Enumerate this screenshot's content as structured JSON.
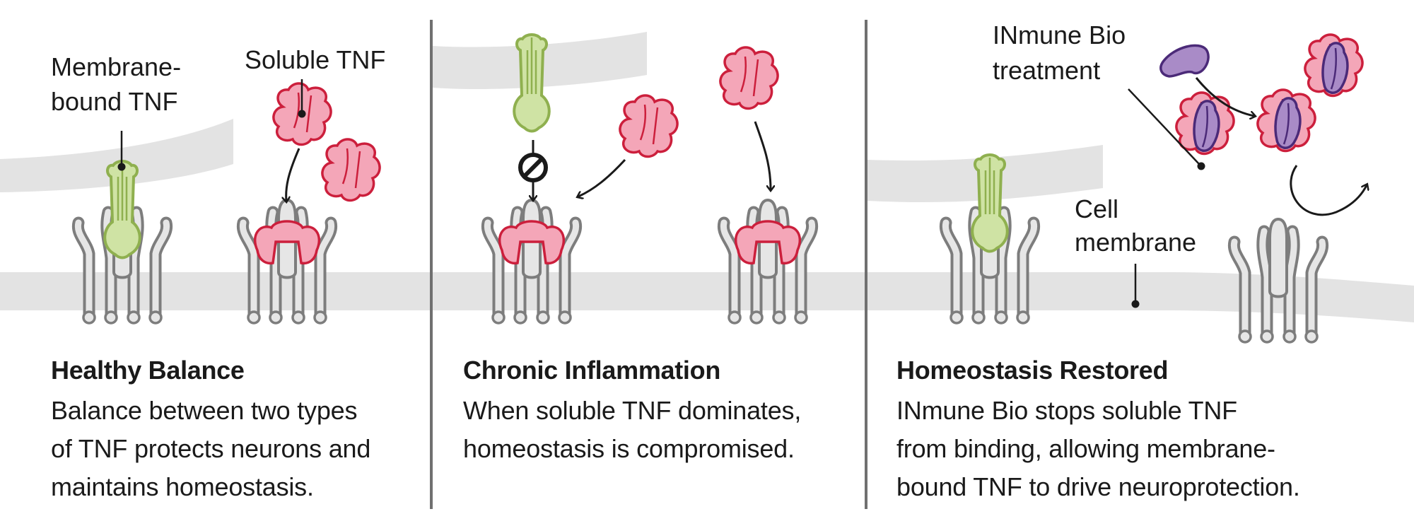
{
  "panels": [
    {
      "title": "Healthy Balance",
      "lines": [
        "Balance between two types",
        "of TNF protects neurons and",
        "maintains homeostasis."
      ],
      "labels": {
        "membrane_bound_1": "Membrane-",
        "membrane_bound_2": "bound TNF",
        "soluble": "Soluble TNF"
      }
    },
    {
      "title": "Chronic Inflammation",
      "lines": [
        "When soluble TNF dominates,",
        "homeostasis is compromised."
      ]
    },
    {
      "title": "Homeostasis Restored",
      "lines": [
        "INmune Bio stops soluble TNF",
        "from binding, allowing membrane-",
        "bound TNF to drive neuroprotection."
      ],
      "labels": {
        "treatment_1": "INmune Bio",
        "treatment_2": "treatment",
        "membrane_1": "Cell",
        "membrane_2": "membrane"
      }
    }
  ],
  "colors": {
    "membrane": "#e3e3e3",
    "receptor_fill": "#e6e6e6",
    "receptor_stroke": "#7d7d7d",
    "tnf_membrane_fill": "#cfe3a4",
    "tnf_membrane_stroke": "#8fb04f",
    "tnf_soluble_fill": "#f4a6b8",
    "tnf_soluble_stroke": "#cc1f3c",
    "drug_fill": "#a98bc7",
    "drug_stroke": "#4b2a78",
    "divider": "#707070"
  }
}
